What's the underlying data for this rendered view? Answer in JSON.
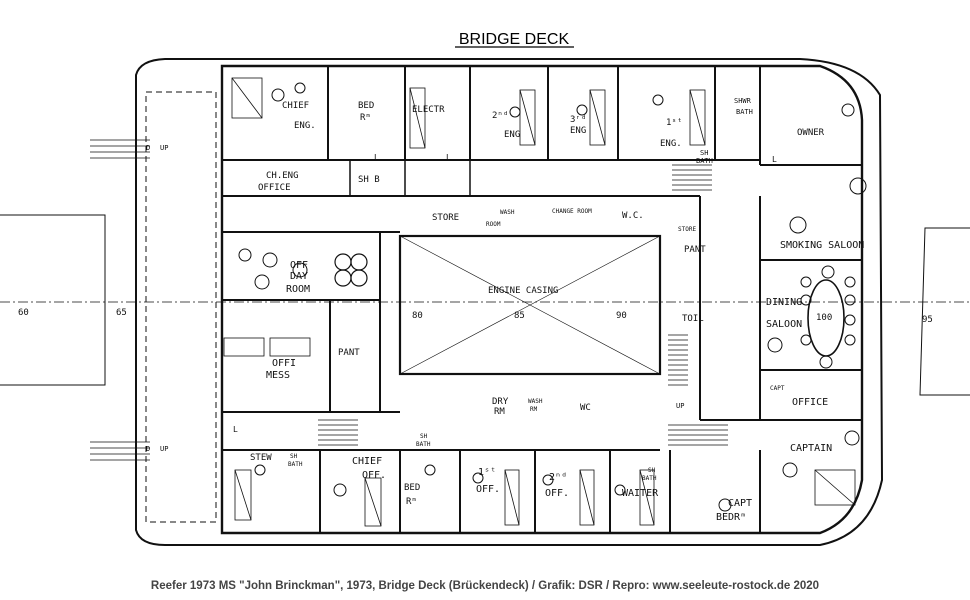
{
  "title": "BRIDGE DECK",
  "caption": "Reefer 1973 MS \"John Brinckman\", 1973, Bridge Deck (Brückendeck) / Grafik: DSR / Repro: www.seeleute-rostock.de 2020",
  "frames": [
    "60",
    "65",
    "80",
    "85",
    "90",
    "95",
    "100"
  ],
  "rooms": {
    "chief_eng": [
      "CHIEF",
      "ENG."
    ],
    "bed_top": [
      "BED",
      "Rᵐ"
    ],
    "electr": "ELECTR",
    "second_eng": [
      "2ⁿᵈ",
      "ENG"
    ],
    "third_eng": [
      "3ʳᵈ",
      "ENG"
    ],
    "first_eng": [
      "1ˢᵗ",
      "ENG."
    ],
    "shwr_bath": [
      "SHWR",
      "BATH"
    ],
    "sh_bath": [
      "SH",
      "BATH"
    ],
    "owner": "OWNER",
    "ch_eng_office": [
      "CH.ENG",
      "OFFICE"
    ],
    "sh_b": "SH B",
    "store": "STORE",
    "wash_room": [
      "WASH",
      "ROOM"
    ],
    "change_room": "CHANGE ROOM",
    "wc": "W.C.",
    "store2": "STORE",
    "pant": "PANT",
    "smoking_saloon": "SMOKING SALOON",
    "off_day_room": [
      "OFF",
      "DAY",
      "ROOM"
    ],
    "engine_casing": "ENGINE CASING",
    "dining_saloon": [
      "DINING",
      "SALOON"
    ],
    "toil": "TOIL",
    "offi_mess": [
      "OFFI",
      "MESS"
    ],
    "pant_left": "PANT",
    "dry_rm": [
      "DRY",
      "RM"
    ],
    "wash_rm": [
      "WASH",
      "RM"
    ],
    "wc2": "WC",
    "capt_office": "OFFICE",
    "capt": "CAPT",
    "captain": "CAPTAIN",
    "stew": "STEW",
    "chief_off": [
      "CHIEF",
      "OFF."
    ],
    "bed_bottom": [
      "BED",
      "Rᵐ"
    ],
    "first_off": [
      "1ˢᵗ",
      "OFF."
    ],
    "second_off": [
      "2ⁿᵈ",
      "OFF."
    ],
    "waiter": "WAITER",
    "capt_bedrm": [
      "CAPT",
      "BEDRᵐ"
    ],
    "sh_bath_b1": [
      "SH",
      "BATH"
    ],
    "sh_bath_b2": [
      "SH",
      "BATH"
    ],
    "sh_bath_b3": [
      "SH",
      "BATH"
    ]
  },
  "markers": {
    "up": "UP",
    "dn": "D",
    "locker": "L"
  }
}
